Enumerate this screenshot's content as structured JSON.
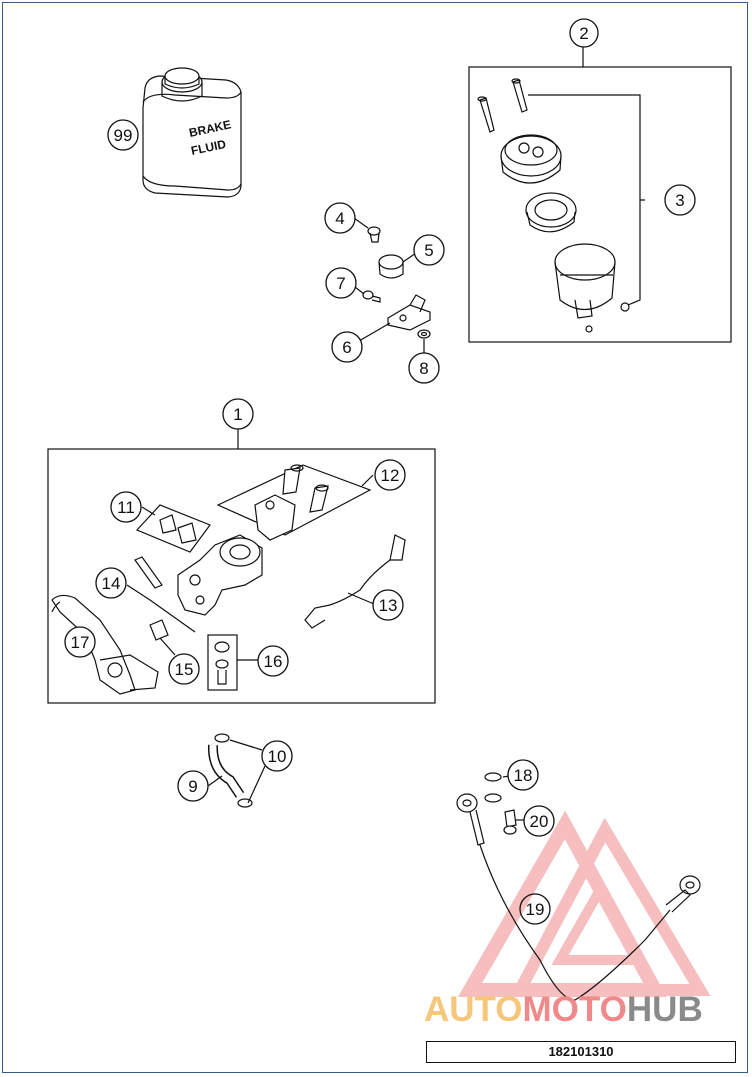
{
  "callouts": {
    "c1": "1",
    "c2": "2",
    "c3": "3",
    "c4": "4",
    "c5": "5",
    "c6": "6",
    "c7": "7",
    "c8": "8",
    "c9": "9",
    "c10": "10",
    "c11": "11",
    "c12": "12",
    "c13": "13",
    "c14": "14",
    "c15": "15",
    "c16": "16",
    "c17": "17",
    "c18": "18",
    "c19": "19",
    "c20": "20",
    "c99": "99"
  },
  "can_label": {
    "line1": "BRAKE",
    "line2": "FLUID"
  },
  "document_number": "182101310",
  "watermark": {
    "part1": "AUTO",
    "part2": "MOTO",
    "part3": "HUB"
  },
  "colors": {
    "frame": "#3a5a8a",
    "ink": "#111111",
    "watermark_red": "#f08a8a",
    "watermark_orange": "#f6c77a",
    "watermark_gray": "#8a8a8a"
  }
}
